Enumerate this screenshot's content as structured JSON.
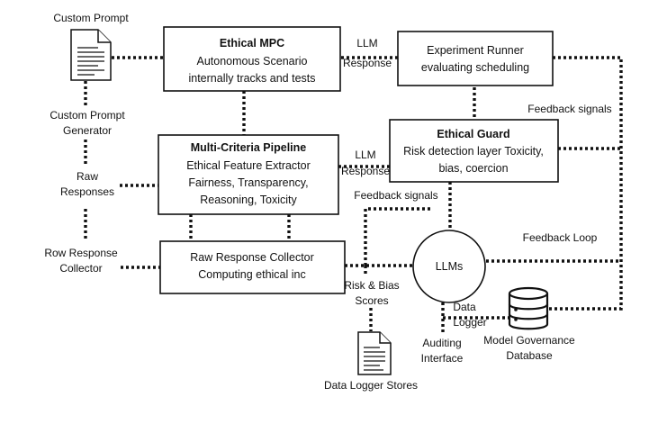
{
  "labels": {
    "custom_prompt": "Custom Prompt",
    "custom_prompt_generator": [
      "Custom Prompt",
      "Generator"
    ],
    "raw_responses": [
      "Raw",
      "Responses"
    ],
    "row_response_collector": [
      "Row Response",
      "Collector"
    ],
    "llm_response_top": [
      "LLM",
      "Response"
    ],
    "llm_response_mid": [
      "LLM",
      "Response"
    ],
    "feedback_signals_right": "Feedback signals",
    "feedback_signals_mid": "Feedback signals",
    "feedback_loop": "Feedback Loop",
    "risk_bias_scores": [
      "Risk & Bias",
      "Scores"
    ],
    "data_logger": [
      "Data",
      "Logger"
    ],
    "auditing_interface": [
      "Auditing",
      "Interface"
    ],
    "model_governance_db": [
      "Model Governance",
      "Database"
    ],
    "data_logger_stores": "Data Logger Stores"
  },
  "boxes": {
    "ethical_mpc": {
      "title": "Ethical MPC",
      "lines": [
        "Autonomous Scenario",
        "internally tracks and tests"
      ]
    },
    "experiment_runner": {
      "title": "",
      "lines": [
        "Experiment Runner",
        "evaluating scheduling"
      ]
    },
    "multi_criteria": {
      "title": "Multi-Criteria Pipeline",
      "lines": [
        "Ethical Feature Extractor",
        "Fairness, Transparency,",
        "Reasoning, Toxicity"
      ]
    },
    "ethical_guard": {
      "title": "Ethical Guard",
      "lines": [
        "Risk detection layer Toxicity,",
        "bias, coercion"
      ]
    },
    "raw_collector": {
      "title": "",
      "lines": [
        "Raw Response Collector",
        "Computing ethical inc"
      ]
    },
    "llms": {
      "title": "",
      "lines": [
        "LLMs"
      ]
    }
  },
  "icons": {
    "prompt_doc": "document-icon",
    "store_doc": "document-icon",
    "db": "database-icon"
  }
}
